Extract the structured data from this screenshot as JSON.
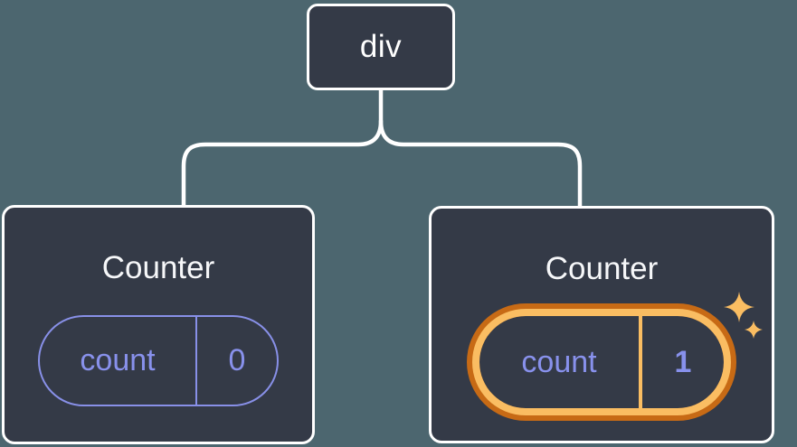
{
  "diagram": {
    "root": {
      "label": "div"
    },
    "children": [
      {
        "title": "Counter",
        "state": {
          "name": "count",
          "value": "0"
        },
        "highlighted": false
      },
      {
        "title": "Counter",
        "state": {
          "name": "count",
          "value": "1"
        },
        "highlighted": true
      }
    ]
  },
  "icons": {
    "sparkles": "sparkles-icon"
  },
  "colors": {
    "background": "#4C666F",
    "card_background": "#343A47",
    "node_border": "#FFFFFF",
    "connector": "#FFFFFF",
    "state_purple": "#8891EC",
    "highlight_orange_light": "#FABD62",
    "highlight_orange_dark": "#C76A15"
  }
}
